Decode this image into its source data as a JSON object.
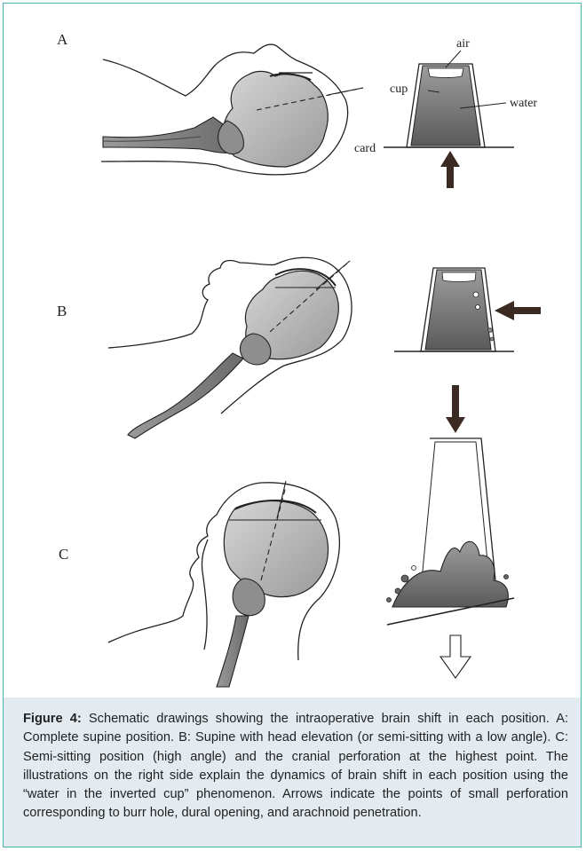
{
  "figure": {
    "panels": [
      {
        "letter": "A",
        "labels": {
          "air": "air",
          "cup": "cup",
          "water": "water",
          "card": "card"
        }
      },
      {
        "letter": "B"
      },
      {
        "letter": "C"
      }
    ],
    "caption_label": "Figure 4:",
    "caption_text": " Schematic drawings showing the intraoperative brain shift in each position. A: Complete supine position. B: Supine with head elevation (or semi-sitting with a low angle). C: Semi-sitting position (high angle) and the cranial perforation at the highest point. The illustrations on the right side explain the dynamics of brain shift in each position using the “water in the inverted cup” phenomenon. Arrows indicate the points of small perforation corresponding to burr hole, dural opening, and arachnoid penetration."
  },
  "colors": {
    "frame_border": "#4bb5ad",
    "caption_bg": "#e3ebf1",
    "brain_fill": "#b9b9b9",
    "arrow_fill": "#3a2a22"
  }
}
